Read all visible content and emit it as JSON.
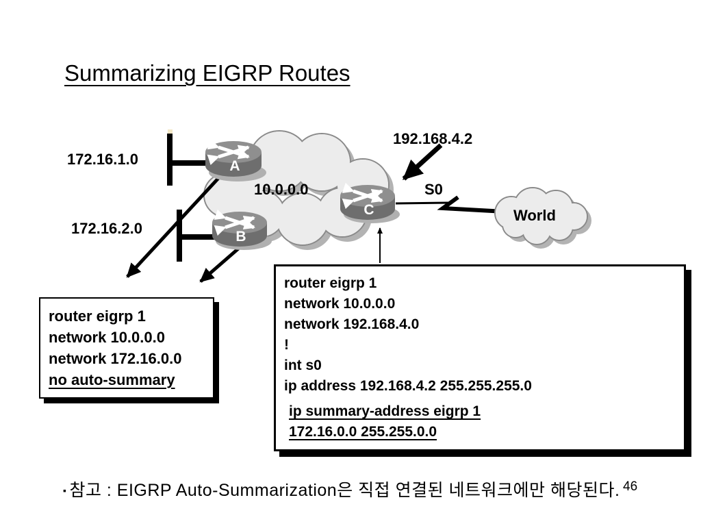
{
  "slide": {
    "title": "Summarizing EIGRP Routes",
    "page_number": "46"
  },
  "note": {
    "bullet": "▪",
    "text": "참고 : EIGRP Auto-Summarization은 직접 연결된 네트워크에만 해당된다."
  },
  "diagram": {
    "labels": {
      "net1": "172.16.1.0",
      "net2": "172.16.2.0",
      "core_cloud": "10.0.0.0",
      "wan_ip": "192.168.4.2",
      "interface": "S0",
      "world": "World"
    },
    "routers": [
      {
        "name": "A"
      },
      {
        "name": "B"
      },
      {
        "name": "C"
      }
    ]
  },
  "left_box": {
    "lines": [
      "router eigrp 1",
      "network 10.0.0.0",
      "network 172.16.0.0",
      "no auto-summary"
    ]
  },
  "right_box": {
    "lines": [
      "router eigrp 1",
      "network 10.0.0.0",
      "network 192.168.4.0",
      "!",
      "int s0",
      "ip address 192.168.4.2 255.255.255.0",
      "ip summary-address eigrp 1",
      "172.16.0.0 255.255.0.0"
    ]
  },
  "colors": {
    "background": "#ffffff",
    "line": "#000000",
    "router_side": "#6e6e6e",
    "router_top": "#8f8f8f",
    "cloud_fill": "#ececec",
    "cloud_stroke": "#8a8a8a"
  }
}
